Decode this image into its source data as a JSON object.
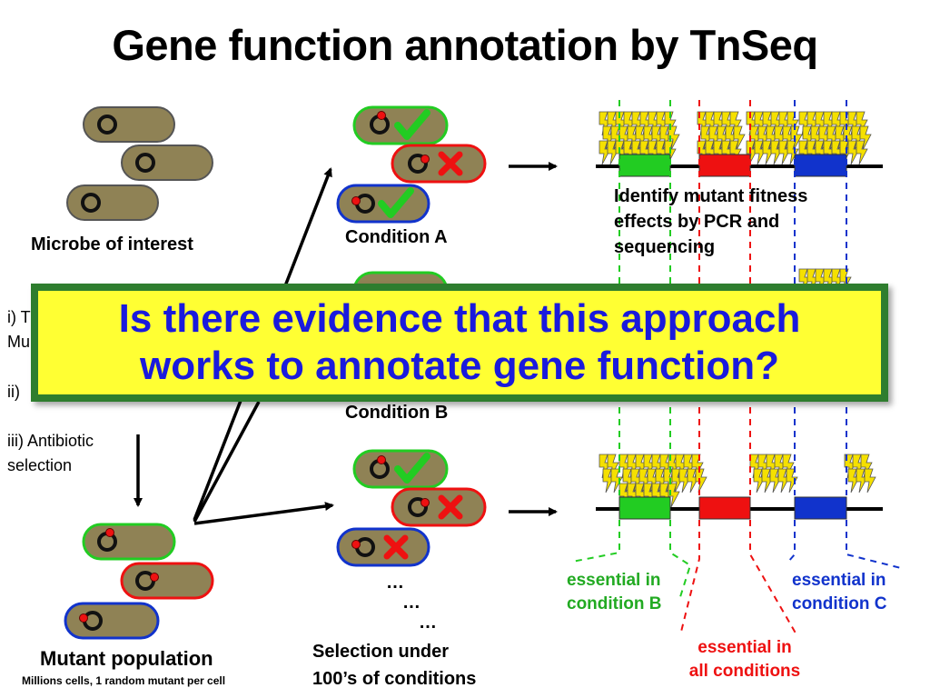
{
  "title": "Gene function annotation by TnSeq",
  "labels": {
    "microbe": "Microbe of interest",
    "condition_a": "Condition A",
    "condition_b": "Condition B",
    "identify": [
      "Identify mutant fitness",
      "effects by PCR and",
      "sequencing"
    ],
    "step_i": [
      "i) T",
      "Mu"
    ],
    "step_ii": "ii)",
    "step_iii": [
      "iii) Antibiotic",
      "selection"
    ],
    "mutant_population": "Mutant population",
    "mutant_sub": "Millions cells, 1 random mutant per cell",
    "dots": [
      "…",
      "…",
      "…"
    ],
    "selection": [
      "Selection under",
      "100’s of conditions"
    ],
    "essential_b": [
      "essential in",
      "condition B"
    ],
    "essential_c": [
      "essential in",
      "condition C"
    ],
    "essential_all": [
      "essential in",
      "all conditions"
    ]
  },
  "overlay": {
    "line1": "Is there evidence that this approach",
    "line2": "works to annotate gene function?"
  },
  "colors": {
    "cell_fill": "#8f8255",
    "green": "#22cc22",
    "red": "#ee1111",
    "blue": "#1133cc",
    "transposon": "#f5e000",
    "overlay_bg": "#ffff33",
    "overlay_border": "#2e7d2e",
    "overlay_text": "#1a1adc"
  }
}
